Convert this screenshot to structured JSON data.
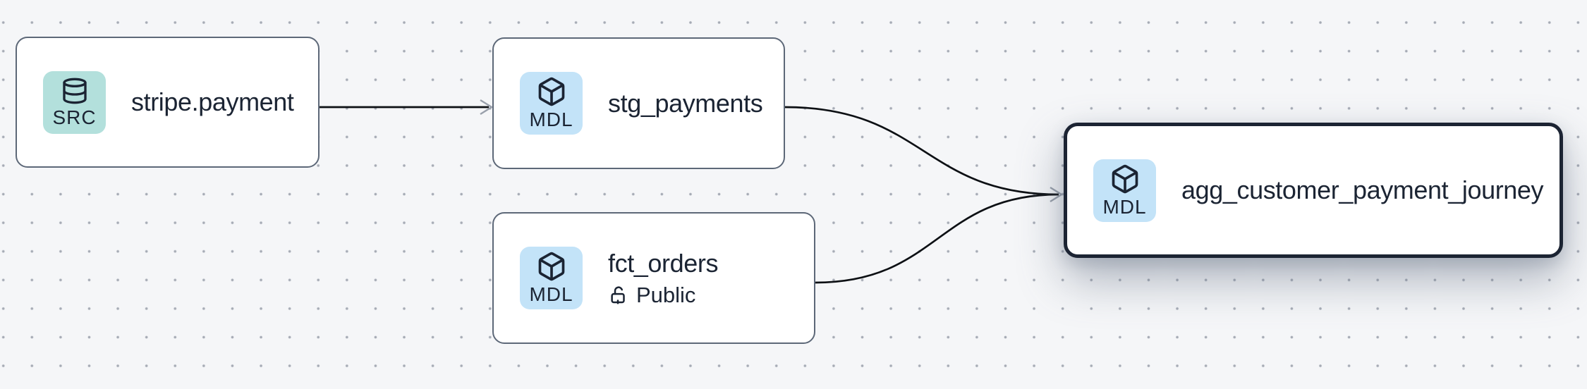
{
  "app": {
    "view": "data-lineage-graph"
  },
  "colors": {
    "canvas_bg": "#f5f6f8",
    "grid_dot": "#a6abb5",
    "node_bg": "#ffffff",
    "node_border": "#5d6878",
    "selected_node_border": "#1c2433",
    "text": "#1b2433",
    "edge": "#0d1014",
    "arrowhead": "#99a0ab",
    "source_badge_bg": "#b3e0dc",
    "model_badge_bg": "#c3e3f8"
  },
  "nodes": [
    {
      "id": "stripe.payment",
      "title": "stripe.payment",
      "type": "source",
      "badge": {
        "label": "SRC",
        "icon": "database-icon"
      },
      "selected": false
    },
    {
      "id": "stg_payments",
      "title": "stg_payments",
      "type": "model",
      "badge": {
        "label": "MDL",
        "icon": "cube-icon"
      },
      "selected": false
    },
    {
      "id": "fct_orders",
      "title": "fct_orders",
      "type": "model",
      "badge": {
        "label": "MDL",
        "icon": "cube-icon"
      },
      "access": {
        "icon": "lock-open-icon",
        "label": "Public"
      },
      "selected": false
    },
    {
      "id": "agg_customer_payment_journey",
      "title": "agg_customer_payment_journey",
      "type": "model",
      "badge": {
        "label": "MDL",
        "icon": "cube-icon"
      },
      "selected": true
    }
  ],
  "edges": [
    {
      "from": "stripe.payment",
      "to": "stg_payments"
    },
    {
      "from": "stg_payments",
      "to": "agg_customer_payment_journey"
    },
    {
      "from": "fct_orders",
      "to": "agg_customer_payment_journey"
    }
  ]
}
